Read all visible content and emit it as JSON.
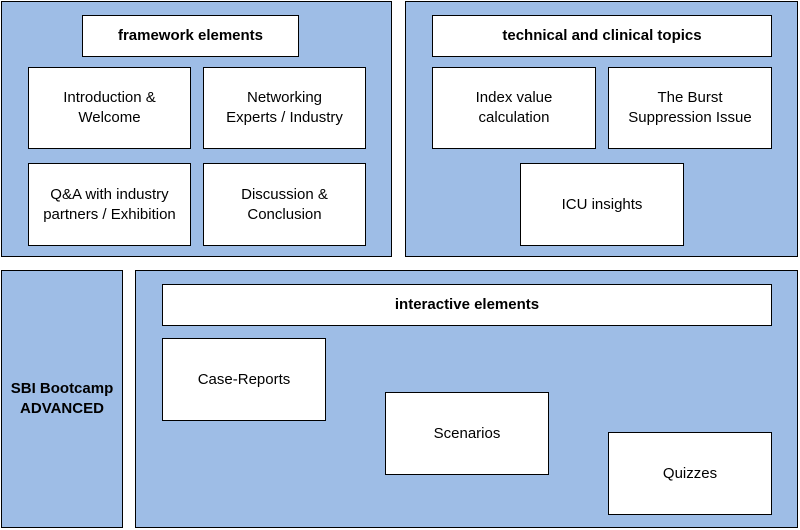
{
  "framework": {
    "header": "framework elements",
    "items": [
      "Introduction &\nWelcome",
      "Networking\nExperts / Industry",
      "Q&A with industry\npartners / Exhibition",
      "Discussion &\nConclusion"
    ]
  },
  "technical": {
    "header": "technical and clinical topics",
    "items": [
      "Index value\ncalculation",
      "The Burst\nSuppression Issue",
      "ICU insights"
    ]
  },
  "title": "SBI Bootcamp\nADVANCED",
  "interactive": {
    "header": "interactive elements",
    "items": [
      "Case-Reports",
      "Scenarios",
      "Quizzes"
    ]
  }
}
